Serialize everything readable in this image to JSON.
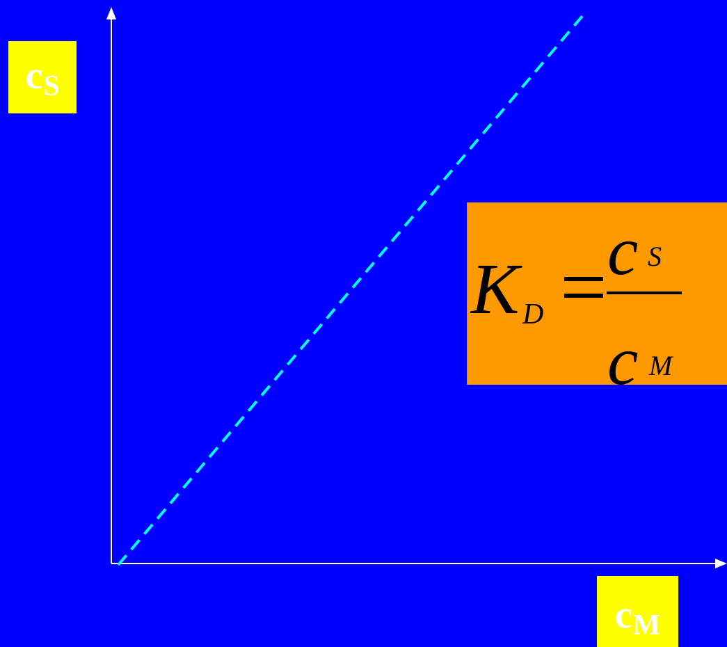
{
  "axes": {
    "y_label": {
      "main": "c",
      "sub": "S"
    },
    "x_label": {
      "main": "c",
      "sub": "M"
    }
  },
  "formula": {
    "lhs": "K",
    "lhs_sub": "D",
    "equals": "=",
    "numerator": "c",
    "numerator_sub": "S",
    "denominator": "c",
    "denominator_sub": "M"
  },
  "colors": {
    "background": "#0000FF",
    "axis": "#FFFFFF",
    "line": "#00FFFF",
    "label_box": "#FFFF00",
    "formula_box": "#FF9900"
  }
}
